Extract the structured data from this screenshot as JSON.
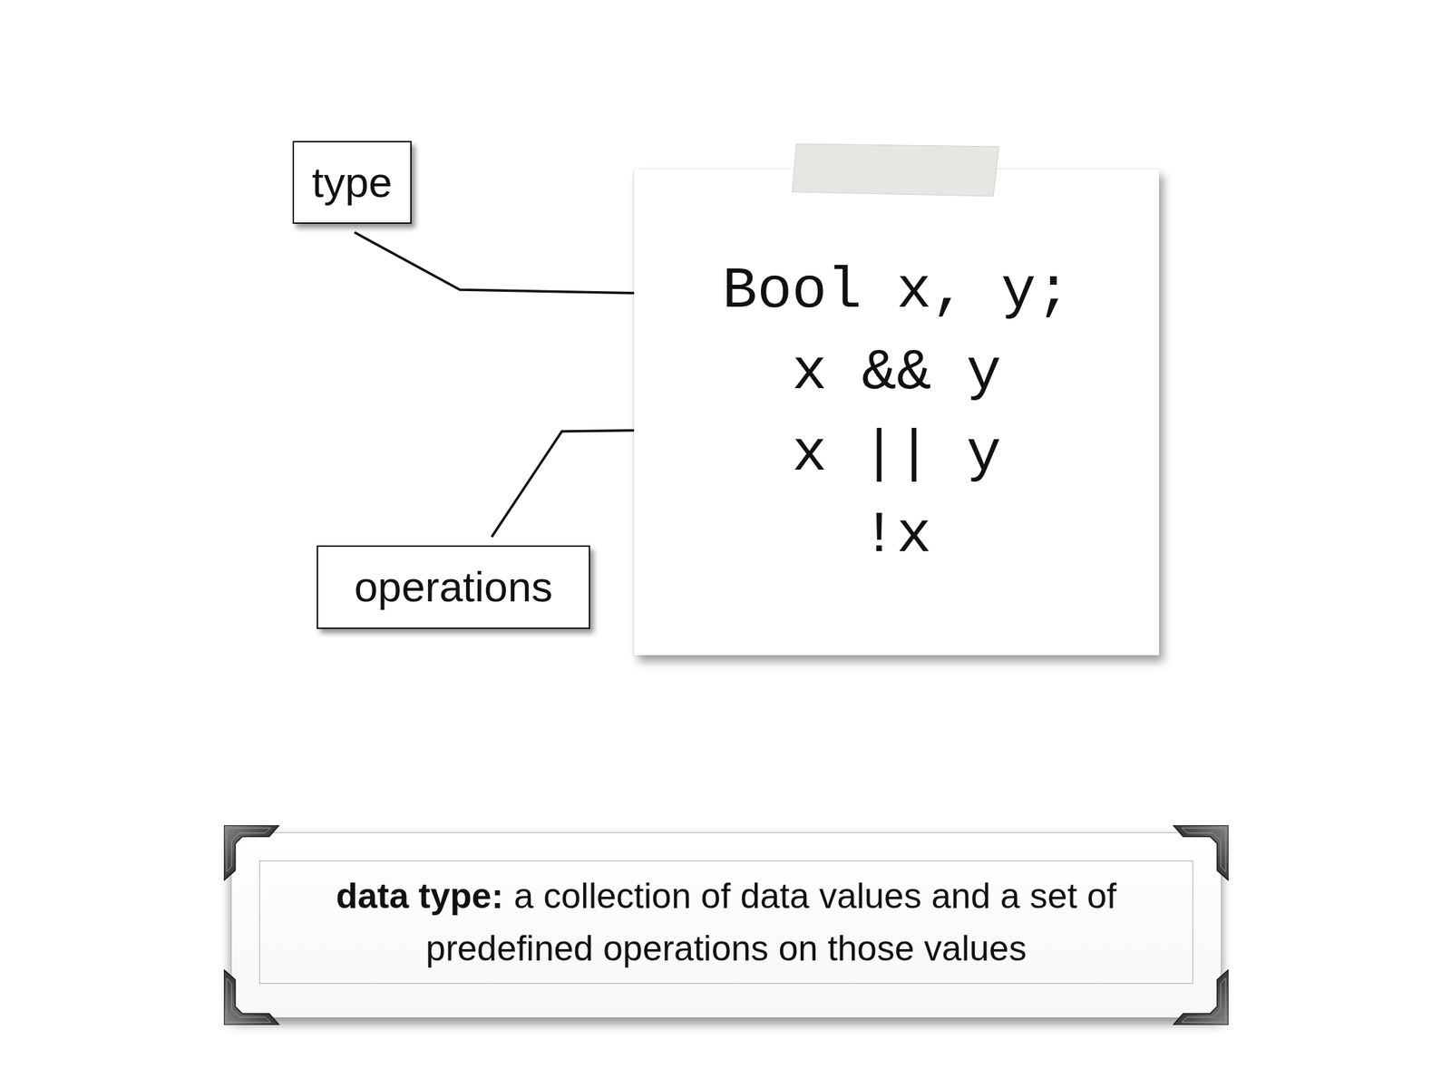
{
  "diagram": {
    "nodes": [
      {
        "text": [
          "type"
        ]
      },
      {
        "text": [
          "Bool x, y;",
          "x && y",
          "x || y",
          "!x"
        ]
      },
      {
        "text": [
          "operations"
        ]
      },
      {
        "text": [
          "data type:",
          "a collection of data values and a set of predefined operations on those values"
        ]
      }
    ],
    "edges": [
      {
        "from": 0,
        "to": 1,
        "arrow": "to"
      },
      {
        "from": 2,
        "to": 1,
        "arrow": "to"
      }
    ]
  }
}
